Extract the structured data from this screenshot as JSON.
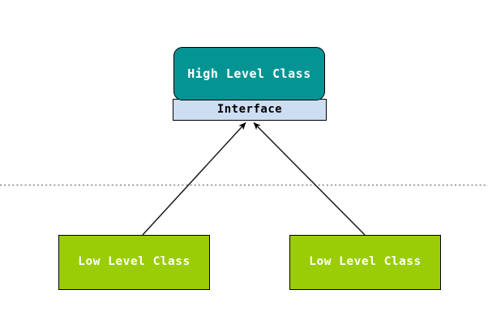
{
  "diagram": {
    "title_text": "",
    "background_color": "#ffffff",
    "nodes": {
      "high_level": {
        "label": "High Level Class",
        "fill": "#049494",
        "text_color": "#ffffff",
        "border_color": "#000000",
        "shape": "rounded-rectangle"
      },
      "interface": {
        "label": "Interface",
        "fill": "#cdddf2",
        "text_color": "#000000",
        "border_color": "#000000",
        "shape": "rectangle"
      },
      "low_level_left": {
        "label": "Low Level Class",
        "fill": "#9acd06",
        "text_color": "#ffffff",
        "border_color": "#000000",
        "shape": "rectangle"
      },
      "low_level_right": {
        "label": "Low Level Class",
        "fill": "#9acd06",
        "text_color": "#ffffff",
        "border_color": "#000000",
        "shape": "rectangle"
      }
    },
    "separator": {
      "name": "dotted-boundary-line",
      "style": "dotted",
      "color": "#808080",
      "orientation": "horizontal"
    },
    "connectors": [
      {
        "name": "left-implements-arrow",
        "from": "low_level_left",
        "to": "interface",
        "style": "solid",
        "color": "#000000",
        "arrowhead": "filled-triangle"
      },
      {
        "name": "right-implements-arrow",
        "from": "low_level_right",
        "to": "interface",
        "style": "solid",
        "color": "#000000",
        "arrowhead": "filled-triangle"
      }
    ]
  }
}
